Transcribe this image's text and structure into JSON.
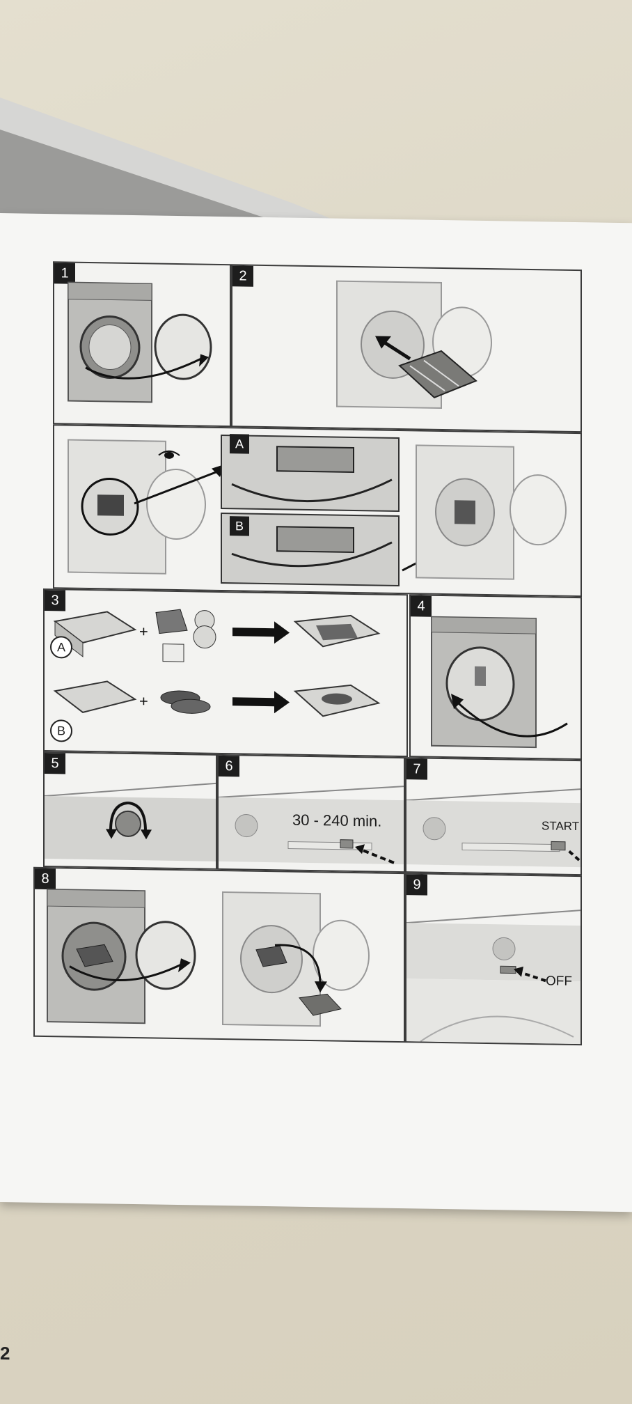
{
  "manual": {
    "page_number": "2",
    "steps": [
      {
        "number": "1"
      },
      {
        "number": "2"
      },
      {
        "number": "3",
        "options": [
          "A",
          "B"
        ]
      },
      {
        "number": "4"
      },
      {
        "number": "5"
      },
      {
        "number": "6",
        "text": "30 - 240 min."
      },
      {
        "number": "7",
        "text": "START"
      },
      {
        "number": "8"
      },
      {
        "number": "9",
        "text": "OFF"
      }
    ],
    "views": [
      "A",
      "B"
    ]
  },
  "colors": {
    "ink": "#1d1d1d",
    "paper": "#f6f6f4",
    "wall": "#dcd6c5",
    "grey_fill": "#c9c9c6"
  }
}
